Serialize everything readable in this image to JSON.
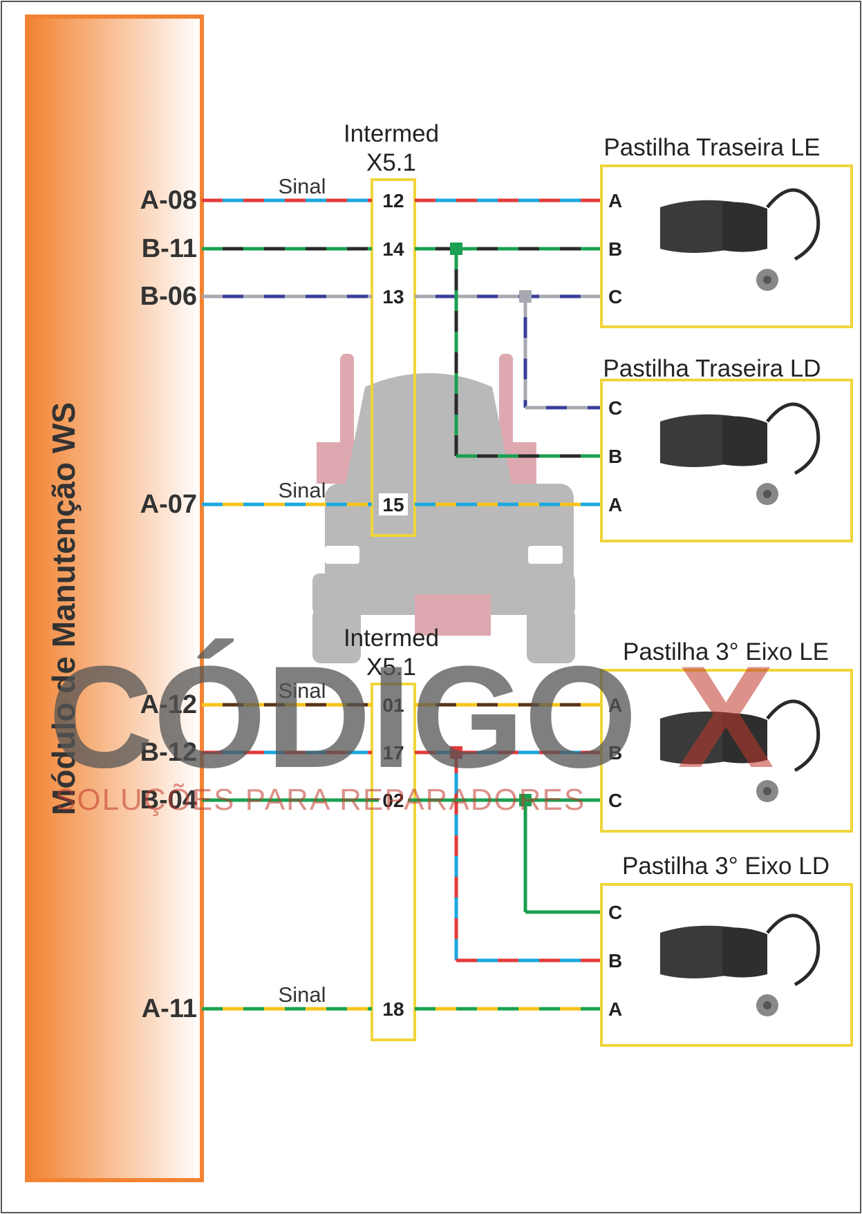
{
  "module": {
    "label": "Módulo de Manutenção WS",
    "color": "#f28332"
  },
  "connector_top": {
    "title_line1": "Intermed",
    "title_line2": "X5.1"
  },
  "connector_bottom": {
    "title_line1": "Intermed",
    "title_line2": "X5.1"
  },
  "signal_label": "Sinal",
  "wires": [
    {
      "pin": "A-08",
      "num": "12",
      "term": "A",
      "signal": "Sinal",
      "colors": [
        "#1aa7e0",
        "#e23a3a"
      ]
    },
    {
      "pin": "B-11",
      "num": "14",
      "term": "B",
      "signal": "",
      "colors": [
        "#2a2a2a",
        "#1aa050"
      ]
    },
    {
      "pin": "B-06",
      "num": "13",
      "term": "C",
      "signal": "",
      "colors": [
        "#3b3f9a",
        "#a8a8b0"
      ]
    },
    {
      "pin": "A-07",
      "num": "15",
      "term": "A",
      "signal": "Sinal",
      "colors": [
        "#f6c419",
        "#1aa7e0"
      ]
    },
    {
      "pin": "A-12",
      "num": "01",
      "term": "A",
      "signal": "Sinal",
      "colors": [
        "#5a3316",
        "#f6c419"
      ]
    },
    {
      "pin": "B-12",
      "num": "17",
      "term": "B",
      "signal": "",
      "colors": [
        "#1aa7e0",
        "#e23a3a"
      ]
    },
    {
      "pin": "B-04",
      "num": "02",
      "term": "C",
      "signal": "",
      "colors": [
        "#1aa050",
        "#1aa050"
      ]
    },
    {
      "pin": "A-11",
      "num": "18",
      "term": "A",
      "signal": "Sinal",
      "colors": [
        "#f6c419",
        "#1aa050"
      ]
    }
  ],
  "pads": [
    {
      "title": "Pastilha Traseira LE",
      "terms": [
        "A",
        "B",
        "C"
      ]
    },
    {
      "title": "Pastilha Traseira LD",
      "terms": [
        "C",
        "B",
        "A"
      ]
    },
    {
      "title": "Pastilha 3° Eixo LE",
      "terms": [
        "A",
        "B",
        "C"
      ]
    },
    {
      "title": "Pastilha 3° Eixo LD",
      "terms": [
        "C",
        "B",
        "A"
      ]
    }
  ],
  "watermark": {
    "brand": "CÓDIGO",
    "brand_x": "X",
    "tagline": "SOLUÇÕES PARA REPARADORES"
  },
  "colors": {
    "frame": "#f0d53a",
    "border": "#555555"
  }
}
